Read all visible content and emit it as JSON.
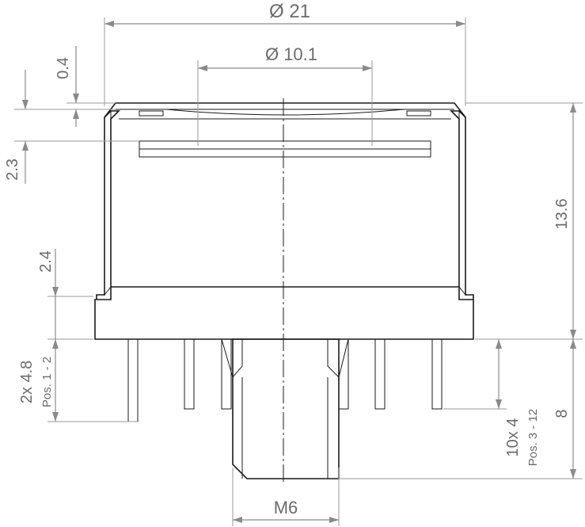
{
  "labels": {
    "dia_outer": "Ø 21",
    "dia_inner": "Ø 10.1",
    "gap": "0.4",
    "membrane": "2.3",
    "flange": "2.4",
    "height": "13.6",
    "pins_short": "2x 4.8",
    "pins_short_pos": "Pos. 1 - 2",
    "pins_long": "10x 4",
    "pins_long_pos": "Pos. 3 - 12",
    "thread_len": "8",
    "thread": "M6"
  },
  "colors": {
    "line": "#1a1a1a",
    "dimension": "#8a8a8a",
    "text": "#6b6b6b",
    "membrane_fill": "#7f7f7f"
  }
}
